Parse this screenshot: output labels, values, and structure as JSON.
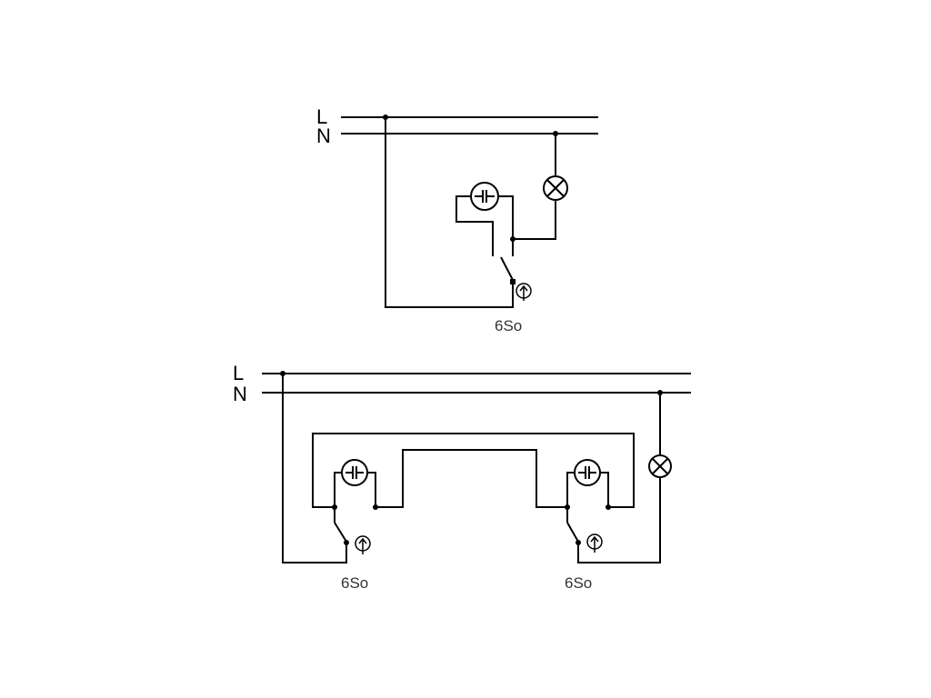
{
  "diagrams": [
    {
      "line_label": "L",
      "neutral_label": "N",
      "switches": [
        {
          "label": "6So"
        }
      ]
    },
    {
      "line_label": "L",
      "neutral_label": "N",
      "switches": [
        {
          "label": "6So"
        },
        {
          "label": "6So"
        }
      ]
    }
  ],
  "icons": {
    "lamp": "lamp-icon",
    "glow_lamp": "glow-lamp-icon",
    "push_button": "push-button-icon"
  },
  "colors": {
    "wire": "#000000",
    "label": "#333333",
    "background": "#ffffff"
  }
}
